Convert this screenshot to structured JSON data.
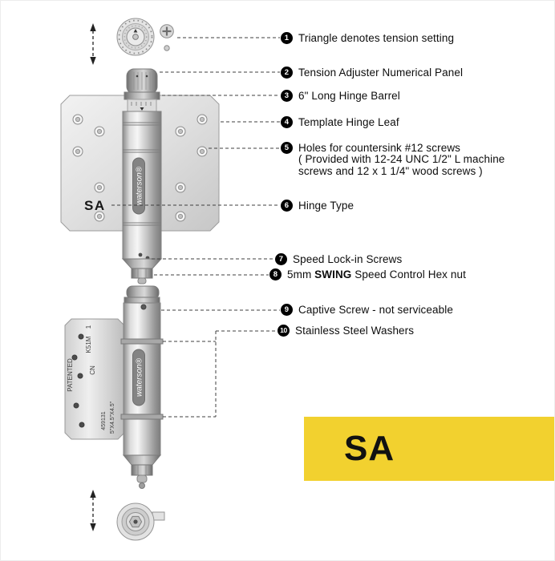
{
  "diagram": {
    "callouts": [
      {
        "num": "1",
        "label": "Triangle denotes tension setting"
      },
      {
        "num": "2",
        "label": "Tension Adjuster Numerical Panel"
      },
      {
        "num": "3",
        "label": "6\" Long Hinge Barrel"
      },
      {
        "num": "4",
        "label": "Template Hinge Leaf"
      },
      {
        "num": "5",
        "label": "Holes for countersink #12 screws",
        "sublabel": "( Provided with 12-24 UNC 1/2\" L machine screws and 12 x 1 1/4\" wood screws )"
      },
      {
        "num": "6",
        "label": "Hinge Type"
      },
      {
        "num": "7",
        "label": "Speed Lock-in Screws"
      },
      {
        "num": "8",
        "prefix": "5mm ",
        "bold": "SWING",
        "suffix": " Speed Control Hex nut"
      },
      {
        "num": "9",
        "label": "Captive Screw - not serviceable"
      },
      {
        "num": "10",
        "label": "Stainless Steel Washers"
      }
    ],
    "hinge_top": {
      "leaf_stamp": "SA",
      "brand": "waterson®"
    },
    "hinge_bottom": {
      "brand": "waterson®",
      "stamps": {
        "one": "1",
        "model": "K51M",
        "cn": "CN",
        "patented": "PATENTED",
        "serial": "459131",
        "size": "5\"X4.5\"X4.5\""
      }
    },
    "badge": {
      "text": "SA",
      "background": "#F2D12F",
      "text_color": "#111111"
    }
  }
}
